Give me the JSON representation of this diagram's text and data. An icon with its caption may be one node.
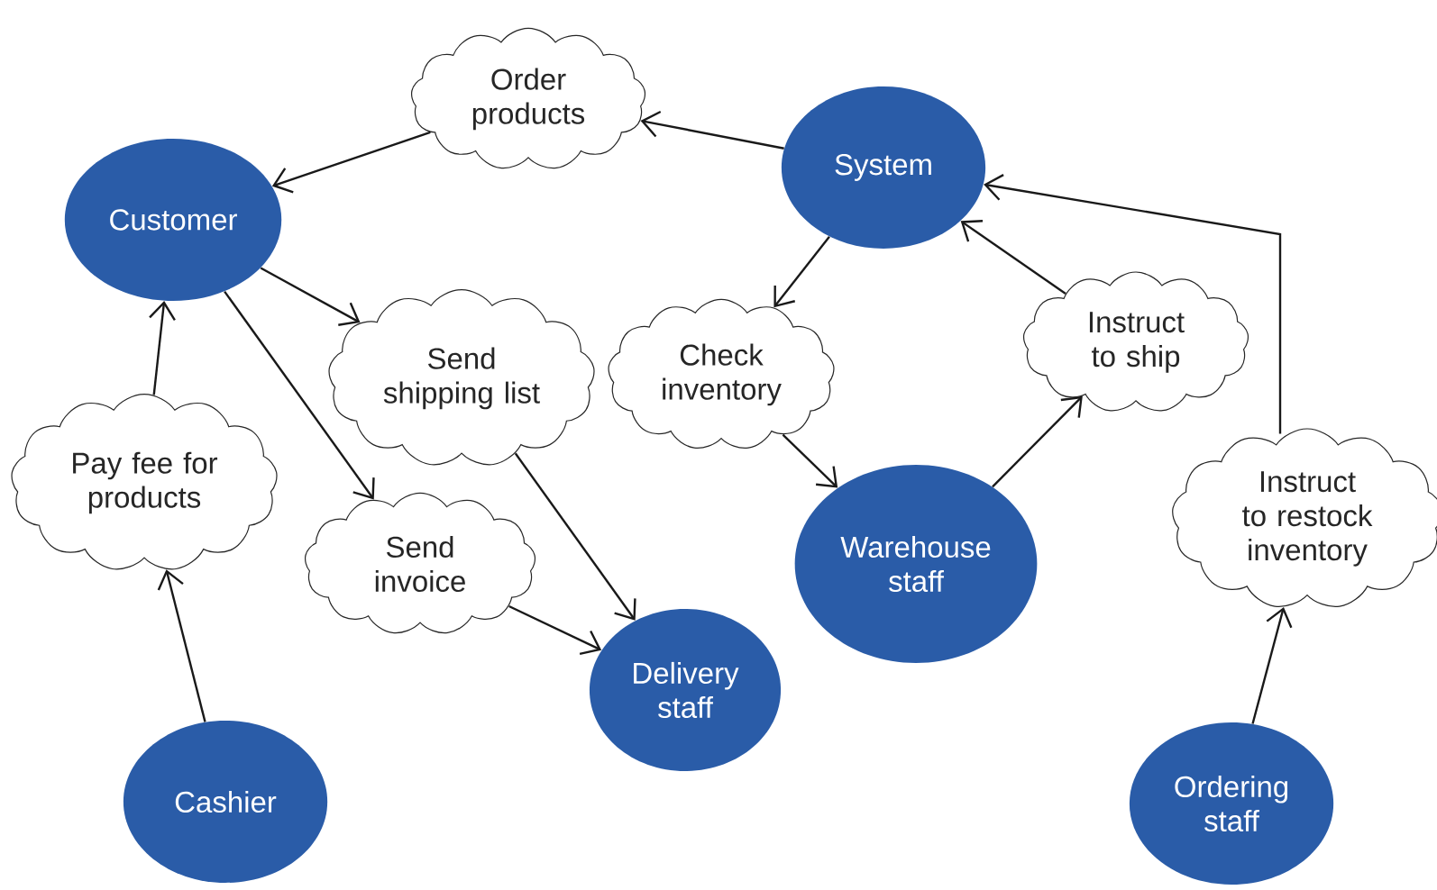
{
  "diagram": {
    "nodes": [
      {
        "text": [
          "Order products"
        ]
      },
      {
        "text": [
          "System"
        ]
      },
      {
        "text": [
          "Customer"
        ]
      },
      {
        "text": [
          "Send shipping list"
        ]
      },
      {
        "text": [
          "Check inventory"
        ]
      },
      {
        "text": [
          "Instruct to ship"
        ]
      },
      {
        "text": [
          "Pay fee for products"
        ]
      },
      {
        "text": [
          "Instruct to restock inventory"
        ]
      },
      {
        "text": [
          "Send invoice"
        ]
      },
      {
        "text": [
          "Warehouse staff"
        ]
      },
      {
        "text": [
          "Delivery staff"
        ]
      },
      {
        "text": [
          "Cashier"
        ]
      },
      {
        "text": [
          "Ordering staff"
        ]
      }
    ],
    "edges": [
      {
        "from": 1,
        "to": 0,
        "arrow": "to"
      },
      {
        "from": 0,
        "to": 2,
        "arrow": "to"
      },
      {
        "from": 2,
        "to": 3,
        "arrow": "to"
      },
      {
        "from": 3,
        "to": 10,
        "arrow": "to"
      },
      {
        "from": 2,
        "to": 8,
        "arrow": "to"
      },
      {
        "from": 8,
        "to": 10,
        "arrow": "to"
      },
      {
        "from": 1,
        "to": 4,
        "arrow": "to"
      },
      {
        "from": 4,
        "to": 9,
        "arrow": "to"
      },
      {
        "from": 9,
        "to": 5,
        "arrow": "to"
      },
      {
        "from": 5,
        "to": 1,
        "arrow": "to"
      },
      {
        "from": 11,
        "to": 6,
        "arrow": "to"
      },
      {
        "from": 6,
        "to": 2,
        "arrow": "to"
      },
      {
        "from": 12,
        "to": 7,
        "arrow": "to"
      },
      {
        "from": 7,
        "to": 1,
        "arrow": "to"
      }
    ]
  }
}
